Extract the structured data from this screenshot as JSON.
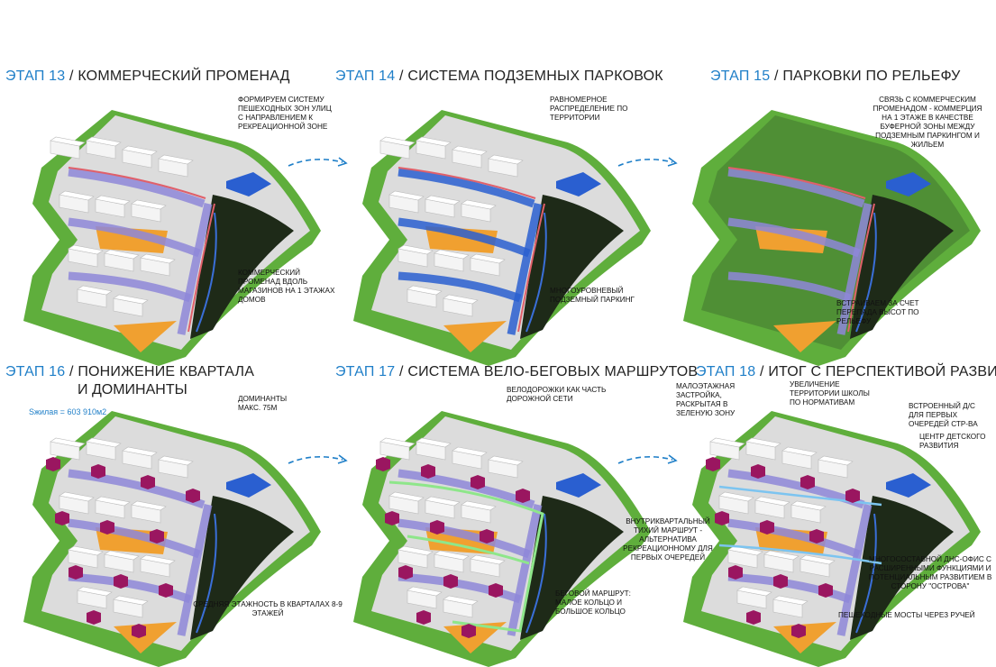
{
  "panels": [
    {
      "stage": "ЭТАП 13",
      "title": "/ КОММЕРЧЕСКИЙ ПРОМЕНАД",
      "notes": [
        "ФОРМИРУЕМ СИСТЕМУ ПЕШЕХОДНЫХ ЗОН УЛИЦ С НАПРАВЛЕНИЕМ К РЕКРЕАЦИОННОЙ ЗОНЕ",
        "КОММЕРЧЕСКИЙ ПРОМЕНАД ВДОЛЬ МАГАЗИНОВ НА 1 ЭТАЖАХ ДОМОВ"
      ]
    },
    {
      "stage": "ЭТАП 14",
      "title": "/ СИСТЕМА ПОДЗЕМНЫХ ПАРКОВОК",
      "notes": [
        "РАВНОМЕРНОЕ РАСПРЕДЕЛЕНИЕ ПО ТЕРРИТОРИИ",
        "МНОГОУРОВНЕВЫЙ ПОДЗЕМНЫЙ ПАРКИНГ"
      ]
    },
    {
      "stage": "ЭТАП 15",
      "title": "/ ПАРКОВКИ ПО РЕЛЬЕФУ",
      "notes": [
        "СВЯЗЬ С КОММЕРЧЕСКИМ ПРОМЕНАДОМ - КОММЕРЦИЯ НА 1 ЭТАЖЕ В КАЧЕСТВЕ БУФЕРНОЙ ЗОНЫ МЕЖДУ ПОДЗЕМНЫМ ПАРКИНГОМ И ЖИЛЬЕМ",
        "ВСТРАИВАЕМ ЗА СЧЕТ ПЕРЕПАДА ВЫСОТ ПО РЕЛЬЕФУ"
      ]
    },
    {
      "stage": "ЭТАП 16",
      "title": "/ ПОНИЖЕНИЕ КВАРТАЛА",
      "title2": "И ДОМИНАНТЫ",
      "area": "Sжилая = 603 910м2",
      "notes": [
        "ДОМИНАНТЫ МАКС. 75М",
        "СРЕДНЯЯ ЭТАЖНОСТЬ В КВАРТАЛАХ 8-9 ЭТАЖЕЙ"
      ]
    },
    {
      "stage": "ЭТАП 17",
      "title": "/ СИСТЕМА ВЕЛО-БЕГОВЫХ МАРШРУТОВ",
      "notes": [
        "ВЕЛОДОРОЖКИ КАК ЧАСТЬ ДОРОЖНОЙ СЕТИ",
        "БЕГОВОЙ МАРШРУТ: МАЛОЕ КОЛЬЦО И БОЛЬШОЕ КОЛЬЦО"
      ]
    },
    {
      "stage": "ЭТАП 18",
      "title": "/ ИТОГ С ПЕРСПЕКТИВОЙ РАЗВИТИЯ",
      "notes": [
        "МАЛОЭТАЖНАЯ ЗАСТРОЙКА, РАСКРЫТАЯ В ЗЕЛЕНУЮ ЗОНУ",
        "УВЕЛИЧЕНИЕ ТЕРРИТОРИИ ШКОЛЫ ПО НОРМАТИВАМ",
        "ВСТРОЕННЫЙ Д/С ДЛЯ ПЕРВЫХ ОЧЕРЕДЕЙ СТР-ВА",
        "ЦЕНТР ДЕТСКОГО РАЗВИТИЯ",
        "ВНУТРИКВАРТАЛЬНЫЙ ТИХИЙ МАРШРУТ - АЛЬТЕРНАТИВА РЕКРЕАЦИОННОМУ ДЛЯ ПЕРВЫХ ОЧЕРЕДЕЙ",
        "МНОГОСОСТАВНОЙ ДНС-ОФИС С РАСШИРЕННЫМИ ФУНКЦИЯМИ И ПОТЕНЦИАЛЬНЫМ РАЗВИТИЕМ В СТОРОНУ \"ОСТРОВА\"",
        "ПЕШЕХОДНЫЕ МОСТЫ ЧЕРЕЗ РУЧЕЙ"
      ]
    }
  ],
  "colors": {
    "stage_blue": "#1f7fc8",
    "park_green": "#5fae3c",
    "promenade_red": "#e0606a",
    "parking_blue": "#2a5fd0",
    "courtyard_orange": "#f0a030",
    "dominant_purple": "#9a1660",
    "bike_green": "#8ee68a"
  }
}
